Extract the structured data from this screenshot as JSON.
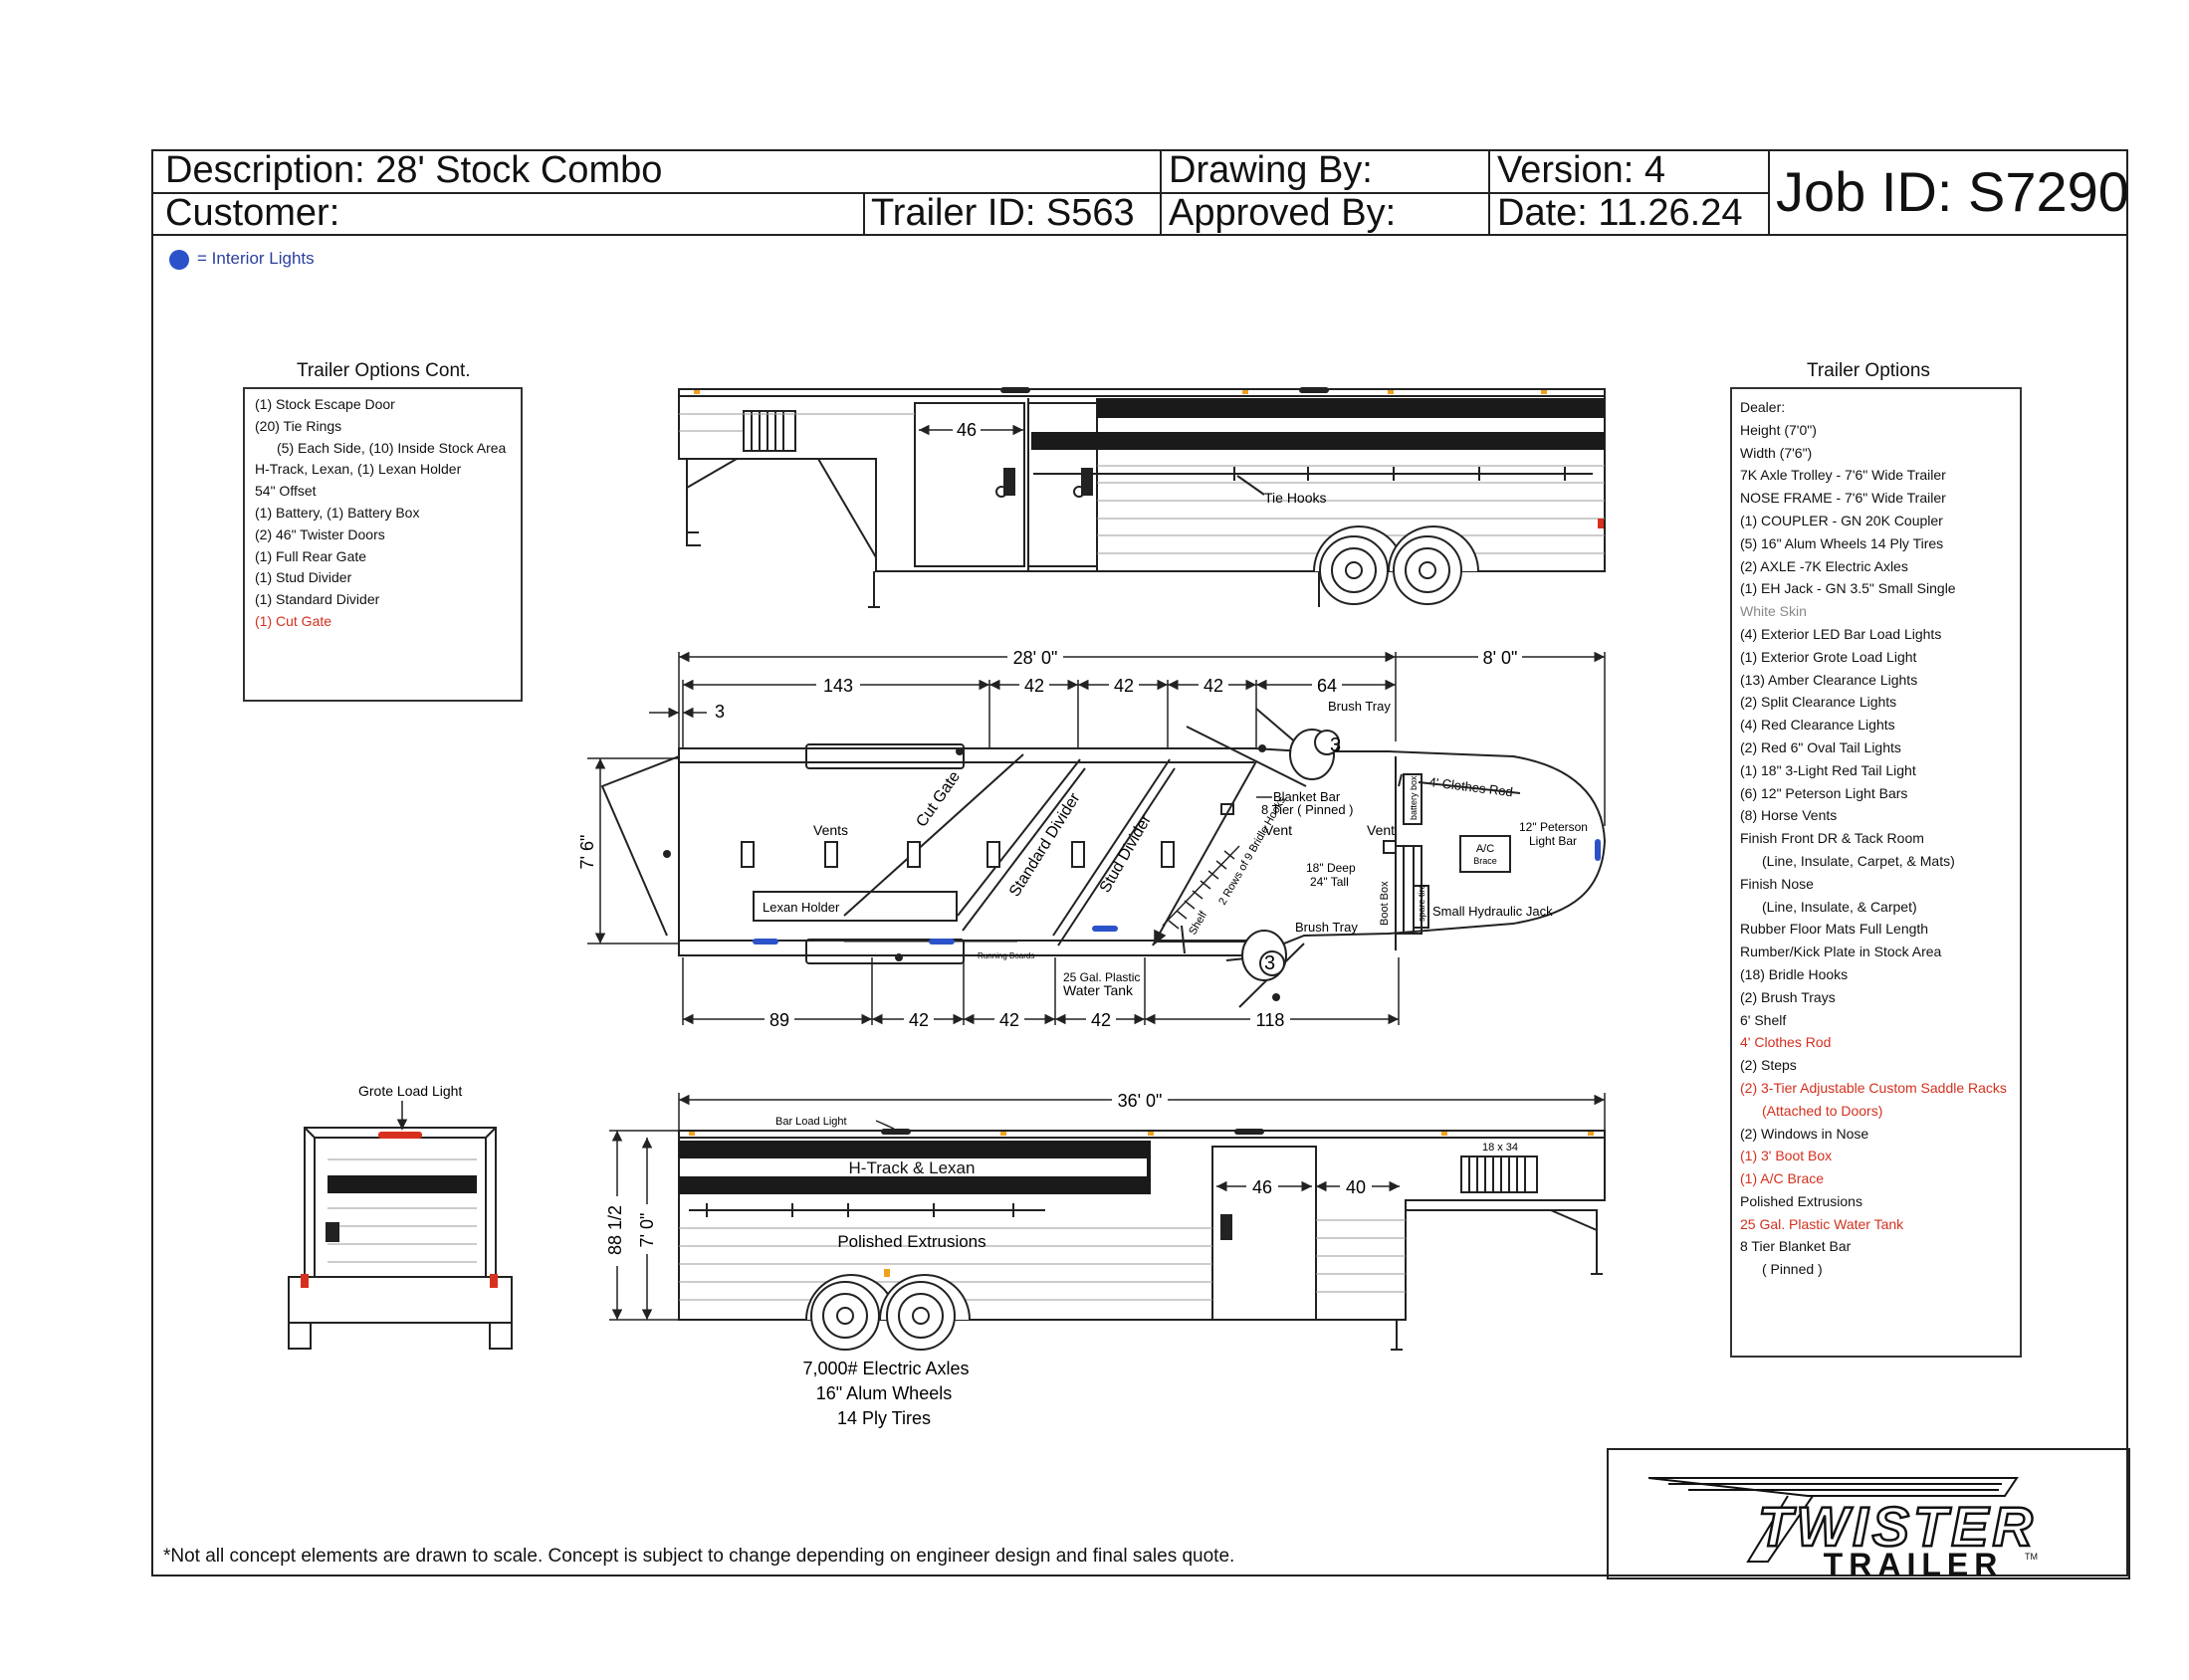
{
  "header": {
    "description": "Description: 28' Stock Combo",
    "customer": "Customer:",
    "trailer_id": "Trailer ID: S563",
    "drawing_by": "Drawing By:",
    "approved_by": "Approved By:",
    "version": "Version: 4",
    "date": "Date: 11.26.24",
    "job_id": "Job ID: S7290"
  },
  "legend": {
    "label": "= Interior Lights",
    "color": "#2b52c8"
  },
  "options_cont": {
    "title": "Trailer Options Cont.",
    "items": [
      {
        "text": "(1) Stock Escape Door",
        "style": "normal"
      },
      {
        "text": "(20) Tie Rings",
        "style": "normal"
      },
      {
        "text": "(5) Each Side, (10) Inside Stock Area",
        "style": "indent"
      },
      {
        "text": "H-Track, Lexan, (1) Lexan Holder",
        "style": "normal"
      },
      {
        "text": "54\" Offset",
        "style": "normal"
      },
      {
        "text": "(1) Battery, (1) Battery Box",
        "style": "normal"
      },
      {
        "text": "(2) 46\" Twister Doors",
        "style": "normal"
      },
      {
        "text": "(1) Full Rear Gate",
        "style": "normal"
      },
      {
        "text": "(1) Stud Divider",
        "style": "normal"
      },
      {
        "text": "(1) Standard Divider",
        "style": "normal"
      },
      {
        "text": "(1) Cut Gate",
        "style": "red"
      }
    ]
  },
  "options": {
    "title": "Trailer Options",
    "items": [
      {
        "text": "Dealer:",
        "style": "normal"
      },
      {
        "text": "Height (7'0\")",
        "style": "normal"
      },
      {
        "text": "Width (7'6\")",
        "style": "normal"
      },
      {
        "text": "7K Axle Trolley - 7'6\" Wide Trailer",
        "style": "normal"
      },
      {
        "text": "NOSE FRAME - 7'6\" Wide Trailer",
        "style": "normal"
      },
      {
        "text": "(1) COUPLER - GN 20K Coupler",
        "style": "normal"
      },
      {
        "text": "(5) 16\" Alum Wheels 14 Ply Tires",
        "style": "normal"
      },
      {
        "text": "(2) AXLE -7K Electric Axles",
        "style": "normal"
      },
      {
        "text": "(1) EH Jack - GN 3.5\" Small Single",
        "style": "normal"
      },
      {
        "text": "White Skin",
        "style": "grey"
      },
      {
        "text": "(4) Exterior LED Bar Load Lights",
        "style": "normal"
      },
      {
        "text": "(1) Exterior Grote Load Light",
        "style": "normal"
      },
      {
        "text": "(13) Amber Clearance Lights",
        "style": "normal"
      },
      {
        "text": "(2) Split Clearance Lights",
        "style": "normal"
      },
      {
        "text": "(4) Red Clearance Lights",
        "style": "normal"
      },
      {
        "text": "(2) Red 6\" Oval Tail Lights",
        "style": "normal"
      },
      {
        "text": "(1) 18\" 3-Light Red Tail Light",
        "style": "normal"
      },
      {
        "text": "(6) 12\" Peterson Light Bars",
        "style": "normal"
      },
      {
        "text": "(8) Horse Vents",
        "style": "normal"
      },
      {
        "text": "Finish Front DR & Tack Room",
        "style": "normal"
      },
      {
        "text": "(Line, Insulate, Carpet, & Mats)",
        "style": "indent"
      },
      {
        "text": "Finish Nose",
        "style": "normal"
      },
      {
        "text": "(Line, Insulate, & Carpet)",
        "style": "indent"
      },
      {
        "text": "Rubber Floor Mats Full Length",
        "style": "normal"
      },
      {
        "text": "Rumber/Kick Plate in Stock Area",
        "style": "normal"
      },
      {
        "text": "(18) Bridle Hooks",
        "style": "normal"
      },
      {
        "text": "(2) Brush Trays",
        "style": "normal"
      },
      {
        "text": "6' Shelf",
        "style": "normal"
      },
      {
        "text": "4' Clothes Rod",
        "style": "red"
      },
      {
        "text": "(2) Steps",
        "style": "normal"
      },
      {
        "text": "(2) 3-Tier Adjustable Custom Saddle Racks",
        "style": "red"
      },
      {
        "text": "(Attached to Doors)",
        "style": "red-indent"
      },
      {
        "text": "(2) Windows in Nose",
        "style": "normal"
      },
      {
        "text": "(1) 3' Boot Box",
        "style": "red"
      },
      {
        "text": "(1) A/C Brace",
        "style": "red"
      },
      {
        "text": "Polished Extrusions",
        "style": "normal"
      },
      {
        "text": "25 Gal. Plastic Water Tank",
        "style": "red"
      },
      {
        "text": "8 Tier Blanket Bar",
        "style": "normal"
      },
      {
        "text": "( Pinned )",
        "style": "indent"
      }
    ]
  },
  "side_top": {
    "door_dim": "46",
    "tie_hooks": "Tie Hooks"
  },
  "plan": {
    "overall": "28' 0\"",
    "nose": "8' 0\"",
    "top_dims": [
      "143",
      "42",
      "42",
      "42",
      "64"
    ],
    "rear_offset": "3",
    "width": "7' 6\"",
    "bottom_dims": [
      "89",
      "42",
      "42",
      "42",
      "118"
    ],
    "labels": {
      "brush_tray_top": "Brush Tray",
      "clothes_rod": "4' Clothes Rod",
      "peterson": "12\" Peterson Light Bar",
      "cut_gate": "Cut Gate",
      "standard_divider": "Standard Divider",
      "stud_divider": "Stud Divider",
      "vents": "Vents",
      "vent1": "Vent",
      "vent2": "Vent",
      "blanket_bar": "Blanket Bar",
      "blanket_tier": "8 Tier ( Pinned )",
      "bridle_hooks": "2 Rows of 9 Bridle Hooks",
      "shelf": "Shelf",
      "boot_deep": "18\" Deep",
      "boot_tall": "24\" Tall",
      "boot_box": "Boot Box",
      "battery_box": "battery box",
      "spare_tire": "spare tire",
      "ac_brace": "A/C Brace",
      "jack": "Small Hydraulic Jack",
      "brush_tray_bottom": "Brush Tray",
      "lexan_holder": "Lexan Holder",
      "running_boards": "Running Boards",
      "water_tank": "25 Gal. Plastic Water Tank",
      "saddle_rack": "3"
    }
  },
  "rear_view": {
    "grote": "Grote Load Light"
  },
  "side_bottom": {
    "overall": "36' 0\"",
    "bar_load_light": "Bar Load Light",
    "htrack": "H-Track & Lexan",
    "polished": "Polished Extrusions",
    "door_dim": "46",
    "offset_dim": "40",
    "window_size": "18 x 34",
    "height_outer": "88 1/2",
    "height_inner": "7' 0\"",
    "axles": "7,000# Electric Axles",
    "wheels": "16\" Alum Wheels",
    "tires": "14 Ply Tires"
  },
  "disclaimer": "*Not all concept elements are drawn to scale.  Concept is subject to change depending on engineer design and final sales quote.",
  "logo": {
    "main": "TWISTER",
    "sub": "TRAILER",
    "tm": "TM"
  },
  "colors": {
    "stripe": "#1a1a1a",
    "amber": "#f0a020",
    "red_light": "#d8301e",
    "interior_light": "#2b52c8",
    "option_red": "#d4301e"
  }
}
